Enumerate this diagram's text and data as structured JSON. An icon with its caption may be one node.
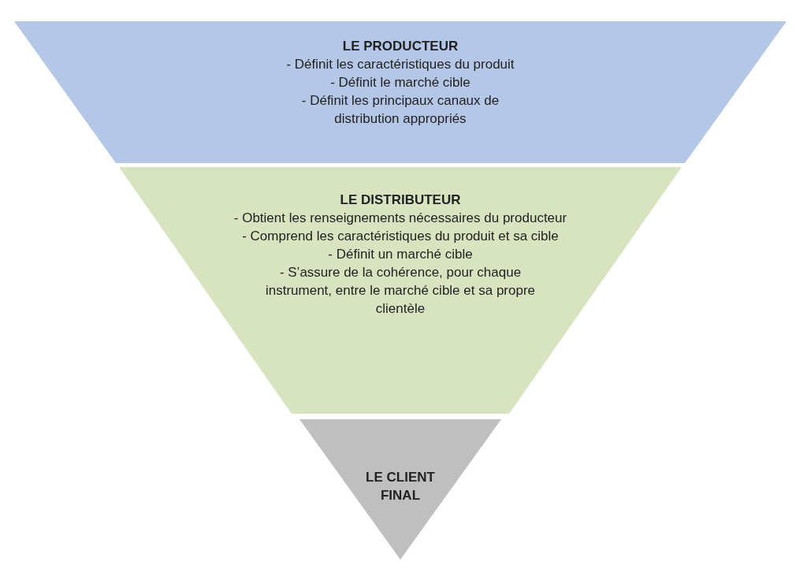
{
  "diagram": {
    "nodes": [
      {
        "text": [
          "LE PRODUCTEUR",
          "- Définit les caractéristiques du produit",
          "- Définit le marché cible",
          "- Définit les principaux canaux de distribution appropriés"
        ]
      },
      {
        "text": [
          "LE DISTRIBUTEUR",
          "- Obtient les renseignements nécessaires du producteur",
          "- Comprend les caractéristiques du produit et sa cible",
          "- Définit un marché cible",
          "- S’assure de la cohérence, pour chaque instrument, entre le marché cible et sa propre clientèle"
        ]
      },
      {
        "text": [
          "LE CLIENT FINAL"
        ]
      }
    ]
  }
}
